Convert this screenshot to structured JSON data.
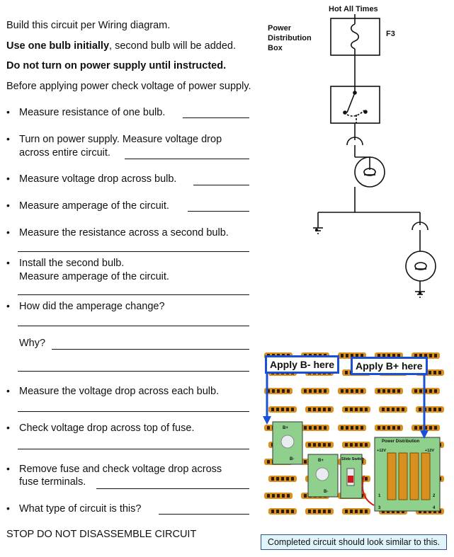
{
  "intro": {
    "line1": "Build this circuit per Wiring diagram.",
    "line2_bold": "Use one bulb initially",
    "line2_rest": ", second bulb will be added.",
    "line3": "Do not turn on power supply until instructed.",
    "line4": "Before applying power check voltage of power supply."
  },
  "bullets": [
    {
      "text": "Measure resistance of one bulb."
    },
    {
      "text": "Turn on power supply. Measure voltage drop",
      "text2": "across entire circuit."
    },
    {
      "text": "Measure voltage drop across bulb."
    },
    {
      "text": "Measure amperage of the circuit."
    },
    {
      "text": "Measure the resistance across a second bulb."
    },
    {
      "text": "Install the second bulb.",
      "text2": "Measure amperage of the circuit."
    },
    {
      "text": "How did the amperage change?",
      "why": "Why?"
    },
    {
      "text": "Measure the voltage drop across each bulb."
    },
    {
      "text": "Check voltage drop across top of fuse."
    },
    {
      "text": "Remove fuse and check voltage drop across",
      "text2": "fuse terminals."
    },
    {
      "text": "What type of circuit is this?"
    }
  ],
  "footer": "STOP DO NOT DISASSEMBLE CIRCUIT",
  "diagram": {
    "hot_label": "Hot All Times",
    "pdb_label_1": "Power",
    "pdb_label_2": "Distribution",
    "pdb_label_3": "Box",
    "fuse_label": "F3"
  },
  "photo": {
    "callout_neg": "Apply B- here",
    "callout_pos": "Apply B+ here",
    "module_bplus": "B+",
    "module_bminus": "B-",
    "module_switch": "Slide Switch",
    "module_pdb": "Power Distribution",
    "pin_12v_left": "+12V",
    "pin_12v_right": "+12V",
    "pin_1": "1",
    "pin_2": "2",
    "pin_3": "3",
    "pin_4": "4",
    "caption": "Completed circuit should look similar to this."
  },
  "colors": {
    "callout_blue": "#1a4fd6",
    "board_orange": "#d9901e",
    "module_green": "#8fd18c"
  }
}
